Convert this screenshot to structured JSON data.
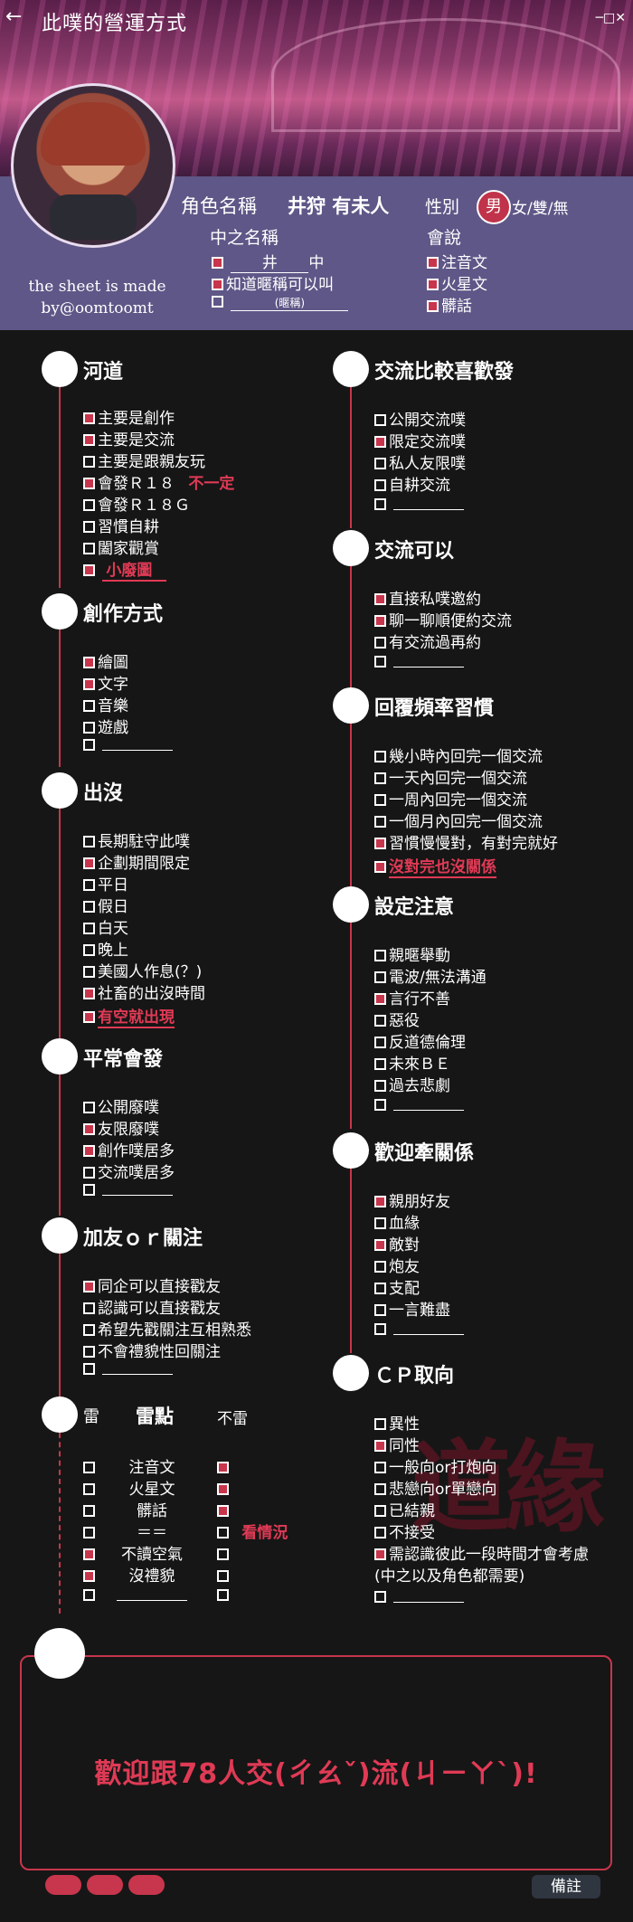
{
  "top": {
    "back_icon": "←",
    "title": "此噗的營運方式",
    "window_controls": "─□✕"
  },
  "profile": {
    "made_by": "the sheet is made by@oomtoomt",
    "char_name_label": "角色名稱",
    "char_name": "井狩 有未人",
    "gender_label": "性別",
    "gender_selected": "男",
    "gender_rest": "女/雙/無",
    "nick_label": "中之名稱",
    "nick_fill": "井",
    "nick_suffix": "中",
    "nick_opt2": "知道暱稱可以叫",
    "nick_opt3": "(暱稱)",
    "lang_label": "會說",
    "lang_opts": [
      "注音文",
      "火星文",
      "髒話"
    ]
  },
  "sections": {
    "river": {
      "title": "河道",
      "items": [
        "主要是創作",
        "主要是交流",
        "主要是跟親友玩",
        "會發Ｒ１８",
        "會發Ｒ１８Ｇ",
        "習慣自耕",
        "闔家觀賞",
        "小廢圖"
      ],
      "note": "不一定"
    },
    "create": {
      "title": "創作方式",
      "items": [
        "繪圖",
        "文字",
        "音樂",
        "遊戲"
      ]
    },
    "appear": {
      "title": "出沒",
      "items": [
        "長期駐守此噗",
        "企劃期間限定",
        "平日",
        "假日",
        "白天",
        "晚上",
        "美國人作息(？)",
        "社畜的出沒時間",
        "有空就出現"
      ]
    },
    "usual": {
      "title": "平常會發",
      "items": [
        "公開廢噗",
        "友限廢噗",
        "創作噗居多",
        "交流噗居多"
      ]
    },
    "friend": {
      "title": "加友ｏｒ關注",
      "items": [
        "同企可以直接戳友",
        "認識可以直接戳友",
        "希望先戳關注互相熟悉",
        "不會禮貌性回關注"
      ]
    },
    "mine": {
      "title": "雷",
      "mid_title": "雷點",
      "right_title": "不雷",
      "items": [
        "注音文",
        "火星文",
        "髒話",
        "＝＝",
        "不讀空氣",
        "沒禮貌"
      ],
      "note": "看情況"
    },
    "pref": {
      "title": "交流比較喜歡發",
      "items": [
        "公開交流噗",
        "限定交流噗",
        "私人友限噗",
        "自耕交流"
      ]
    },
    "ok": {
      "title": "交流可以",
      "items": [
        "直接私噗邀約",
        "聊一聊順便約交流",
        "有交流過再約"
      ]
    },
    "reply": {
      "title": "回覆頻率習慣",
      "items": [
        "幾小時內回完一個交流",
        "一天內回完一個交流",
        "一周內回完一個交流",
        "一個月內回完一個交流",
        "習慣慢慢對，有對完就好",
        "沒對完也沒關係"
      ]
    },
    "caution": {
      "title": "設定注意",
      "items": [
        "親暱舉動",
        "電波/無法溝通",
        "言行不善",
        "惡役",
        "反道德倫理",
        "未來ＢＥ",
        "過去悲劇"
      ]
    },
    "relation": {
      "title": "歡迎牽關係",
      "items": [
        "親朋好友",
        "血緣",
        "敵對",
        "炮友",
        "支配",
        "一言難盡"
      ]
    },
    "cp": {
      "title": "ＣＰ取向",
      "items": [
        "異性",
        "同性",
        "一般向or打炮向",
        "悲戀向or單戀向",
        "已結親",
        "不接受",
        "需認識彼此一段時間才會考慮",
        "(中之以及角色都需要)"
      ]
    }
  },
  "stamp_text": "道緣",
  "welcome_text": "歡迎跟78人交(ㄔㄠˇ)流(ㄐㄧㄚˋ)!",
  "footer": {
    "note_button": "備註"
  },
  "colors": {
    "accent": "#c7364c",
    "bg": "#161616",
    "profile": "#5f5787"
  }
}
